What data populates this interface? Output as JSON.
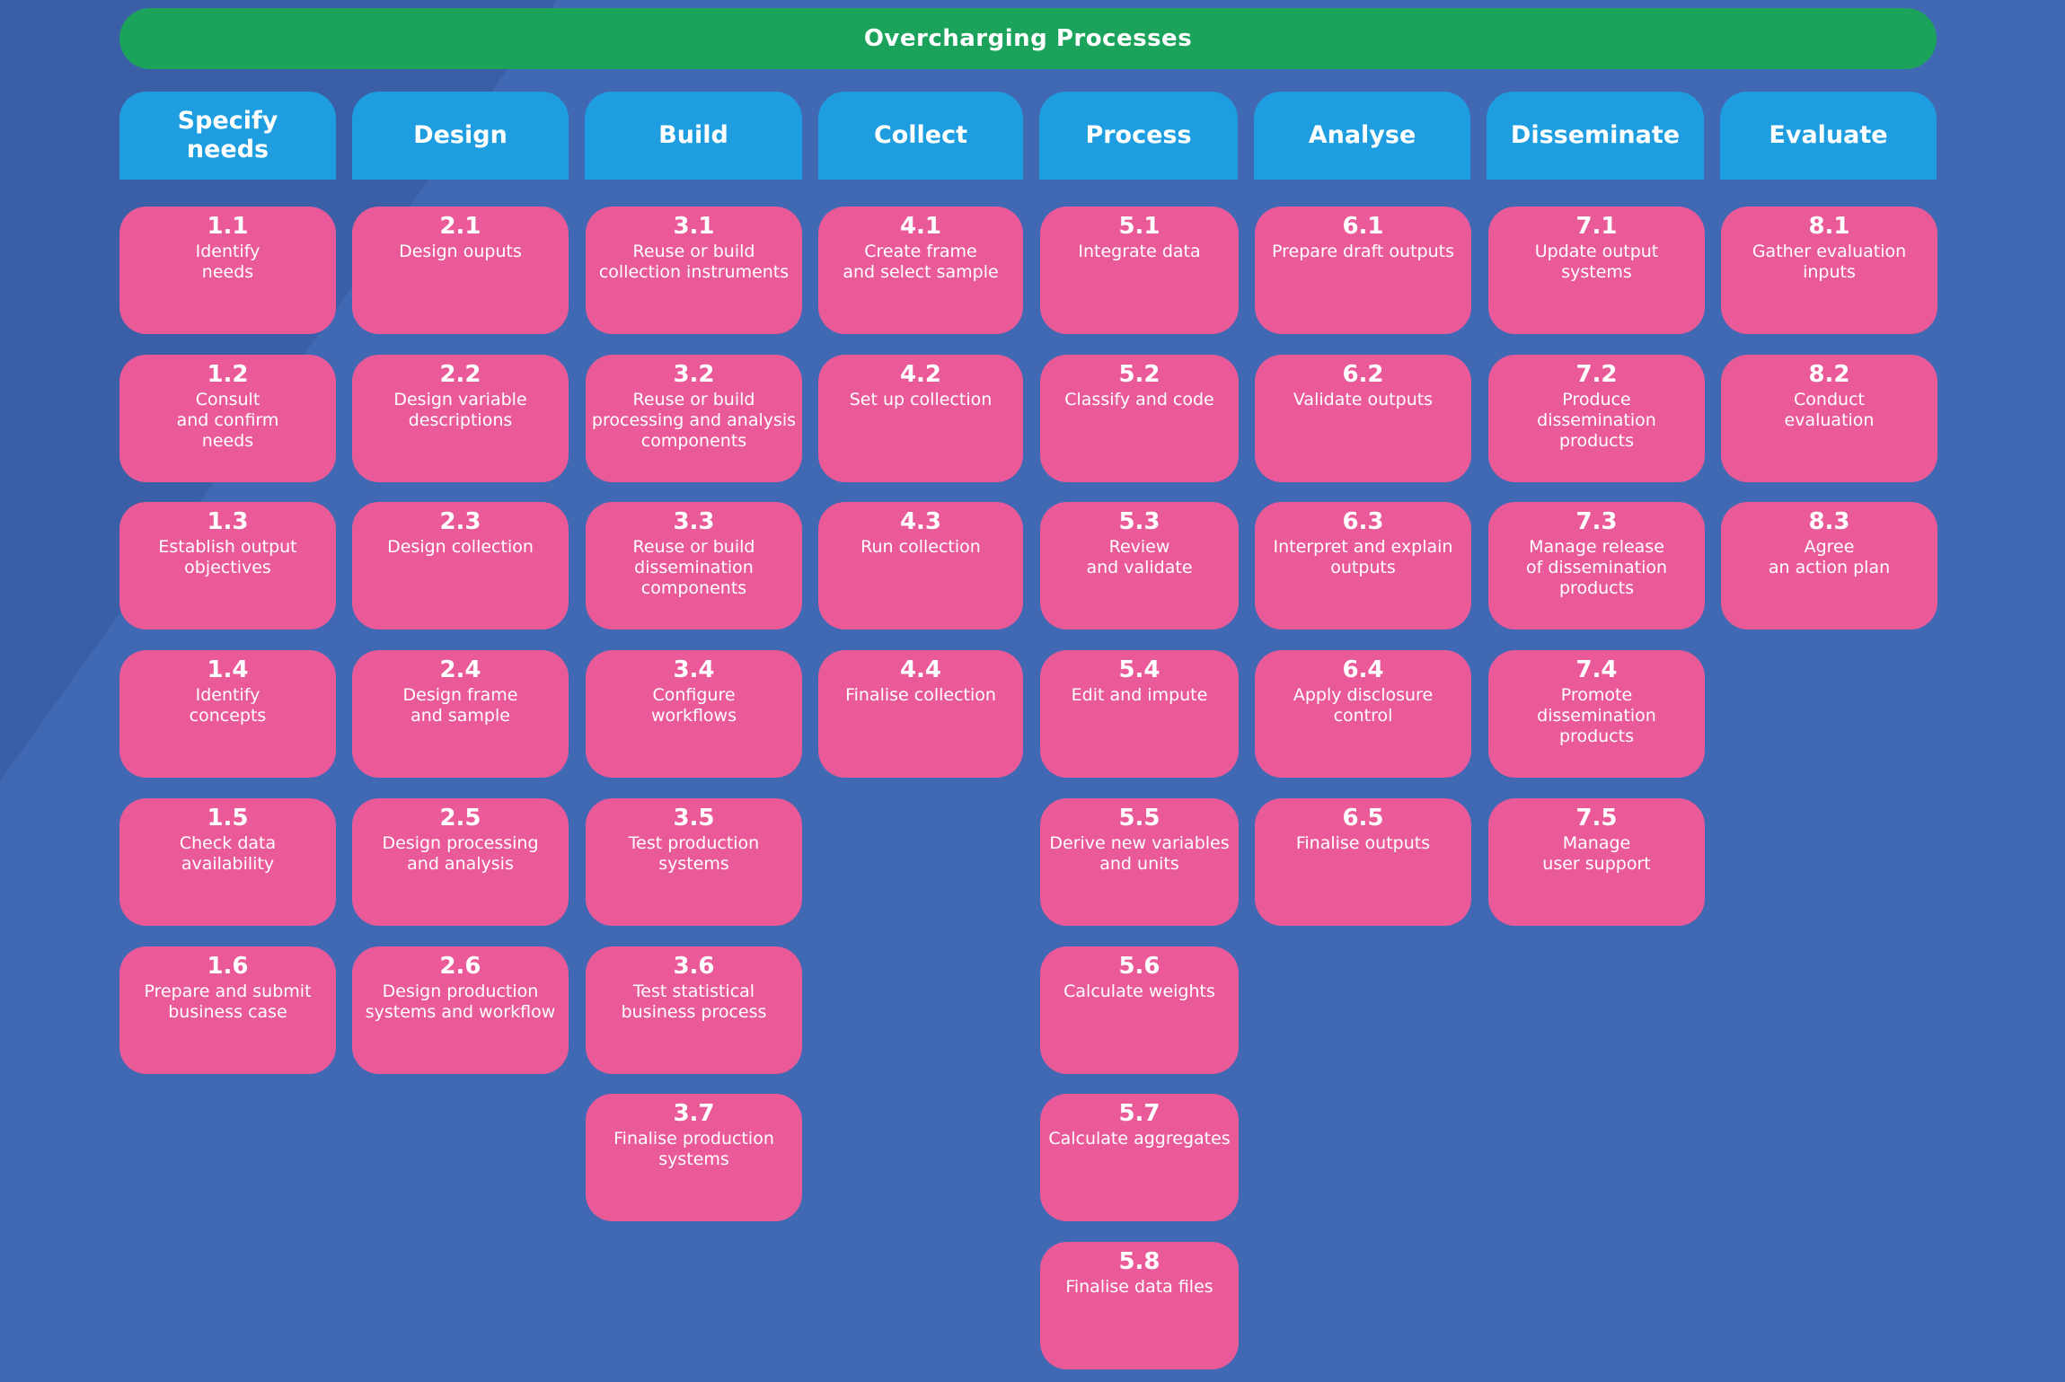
{
  "title": "Overcharging Processes",
  "colors": {
    "background": "#4169b3",
    "banner": "#1ba35c",
    "header": "#1e9ee0",
    "box": "#ea5a98",
    "text": "#ffffff"
  },
  "phases": [
    {
      "name": "Specify\nneeds",
      "steps": [
        {
          "id": "1.1",
          "label": "Identify\nneeds"
        },
        {
          "id": "1.2",
          "label": "Consult\nand confirm\nneeds"
        },
        {
          "id": "1.3",
          "label": "Establish output\nobjectives"
        },
        {
          "id": "1.4",
          "label": "Identify\nconcepts"
        },
        {
          "id": "1.5",
          "label": "Check data\navailability"
        },
        {
          "id": "1.6",
          "label": "Prepare and submit\nbusiness case"
        }
      ]
    },
    {
      "name": "Design",
      "steps": [
        {
          "id": "2.1",
          "label": "Design ouputs"
        },
        {
          "id": "2.2",
          "label": "Design variable\ndescriptions"
        },
        {
          "id": "2.3",
          "label": "Design collection"
        },
        {
          "id": "2.4",
          "label": "Design frame\nand sample"
        },
        {
          "id": "2.5",
          "label": "Design processing\nand analysis"
        },
        {
          "id": "2.6",
          "label": "Design production\nsystems and workflow"
        }
      ]
    },
    {
      "name": "Build",
      "steps": [
        {
          "id": "3.1",
          "label": "Reuse or build\ncollection instruments"
        },
        {
          "id": "3.2",
          "label": "Reuse or build\nprocessing and analysis\ncomponents"
        },
        {
          "id": "3.3",
          "label": "Reuse or build\ndissemination\ncomponents"
        },
        {
          "id": "3.4",
          "label": "Configure\nworkflows"
        },
        {
          "id": "3.5",
          "label": "Test production\nsystems"
        },
        {
          "id": "3.6",
          "label": "Test statistical\nbusiness process"
        },
        {
          "id": "3.7",
          "label": "Finalise production\nsystems"
        }
      ]
    },
    {
      "name": "Collect",
      "steps": [
        {
          "id": "4.1",
          "label": "Create frame\nand select sample"
        },
        {
          "id": "4.2",
          "label": "Set up collection"
        },
        {
          "id": "4.3",
          "label": "Run collection"
        },
        {
          "id": "4.4",
          "label": "Finalise collection"
        }
      ]
    },
    {
      "name": "Process",
      "steps": [
        {
          "id": "5.1",
          "label": "Integrate data"
        },
        {
          "id": "5.2",
          "label": "Classify and code"
        },
        {
          "id": "5.3",
          "label": "Review\nand validate"
        },
        {
          "id": "5.4",
          "label": "Edit and impute"
        },
        {
          "id": "5.5",
          "label": "Derive new variables\nand units"
        },
        {
          "id": "5.6",
          "label": "Calculate weights"
        },
        {
          "id": "5.7",
          "label": "Calculate aggregates"
        },
        {
          "id": "5.8",
          "label": "Finalise data files"
        }
      ]
    },
    {
      "name": "Analyse",
      "steps": [
        {
          "id": "6.1",
          "label": "Prepare draft outputs"
        },
        {
          "id": "6.2",
          "label": "Validate outputs"
        },
        {
          "id": "6.3",
          "label": "Interpret and explain\noutputs"
        },
        {
          "id": "6.4",
          "label": "Apply disclosure\ncontrol"
        },
        {
          "id": "6.5",
          "label": "Finalise outputs"
        }
      ]
    },
    {
      "name": "Disseminate",
      "steps": [
        {
          "id": "7.1",
          "label": "Update output\nsystems"
        },
        {
          "id": "7.2",
          "label": "Produce\ndissemination\nproducts"
        },
        {
          "id": "7.3",
          "label": "Manage release\nof dissemination\nproducts"
        },
        {
          "id": "7.4",
          "label": "Promote\ndissemination\nproducts"
        },
        {
          "id": "7.5",
          "label": "Manage\nuser support"
        }
      ]
    },
    {
      "name": "Evaluate",
      "steps": [
        {
          "id": "8.1",
          "label": "Gather evaluation\ninputs"
        },
        {
          "id": "8.2",
          "label": "Conduct\nevaluation"
        },
        {
          "id": "8.3",
          "label": "Agree\nan action plan"
        }
      ]
    }
  ]
}
